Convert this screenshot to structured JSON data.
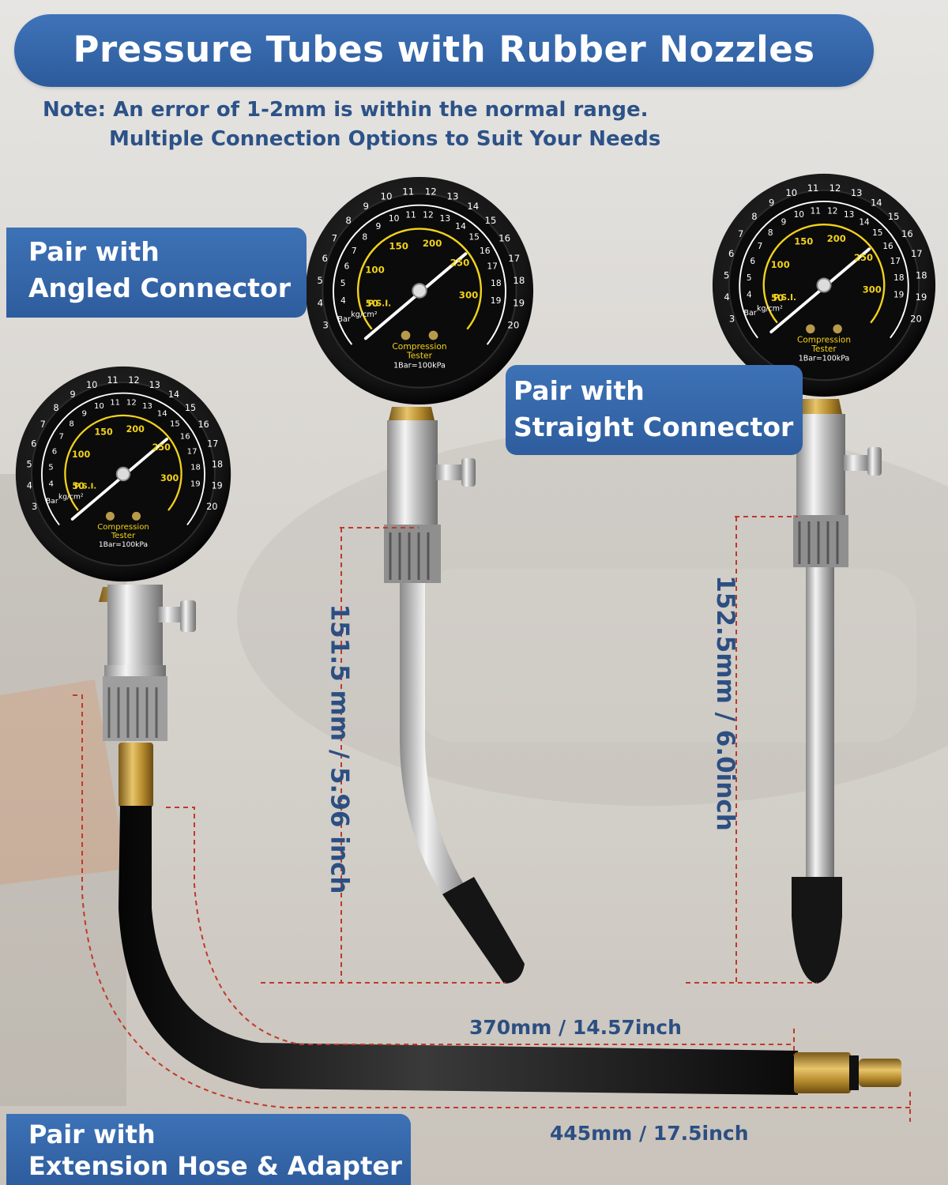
{
  "title": "Pressure Tubes with Rubber Nozzles",
  "note_line1": "Note: An error of 1-2mm is within the normal range.",
  "note_line2": "Multiple Connection Options to Suit Your Needs",
  "labels": {
    "angled": [
      "Pair with",
      "Angled Connector"
    ],
    "straight": [
      "Pair with",
      "Straight Connector"
    ],
    "hose": [
      "Pair with",
      "Extension Hose & Adapter"
    ]
  },
  "dimensions": {
    "angled": "151.5 mm / 5.96 inch",
    "straight": "152.5mm / 6.0inch",
    "hose_short": "370mm / 14.57inch",
    "hose_long": "445mm / 17.5inch"
  },
  "gauge": {
    "name": "Compression",
    "name2": "Tester",
    "conversion": "1Bar=100kPa",
    "unit_psi": "P.S.I.",
    "unit_kg": "kg/cm²",
    "unit_bar": "Bar",
    "bar_ticks": [
      "3",
      "4",
      "5",
      "6",
      "7",
      "8",
      "9",
      "10",
      "11",
      "12",
      "13",
      "14",
      "15",
      "16",
      "17",
      "18",
      "19",
      "20"
    ],
    "kg_ticks": [
      "3",
      "4",
      "5",
      "6",
      "7",
      "8",
      "9",
      "10",
      "11",
      "12",
      "13",
      "14",
      "15",
      "16",
      "17",
      "18",
      "19",
      "20"
    ],
    "psi_ticks": [
      "50",
      "100",
      "150",
      "200",
      "250",
      "300"
    ]
  },
  "colors": {
    "banner": "#3567ab",
    "note_text": "#2c5288",
    "dim_text": "#2c4f82",
    "dim_line": "#c0392b",
    "gauge_yellow": "#f2d21b"
  }
}
